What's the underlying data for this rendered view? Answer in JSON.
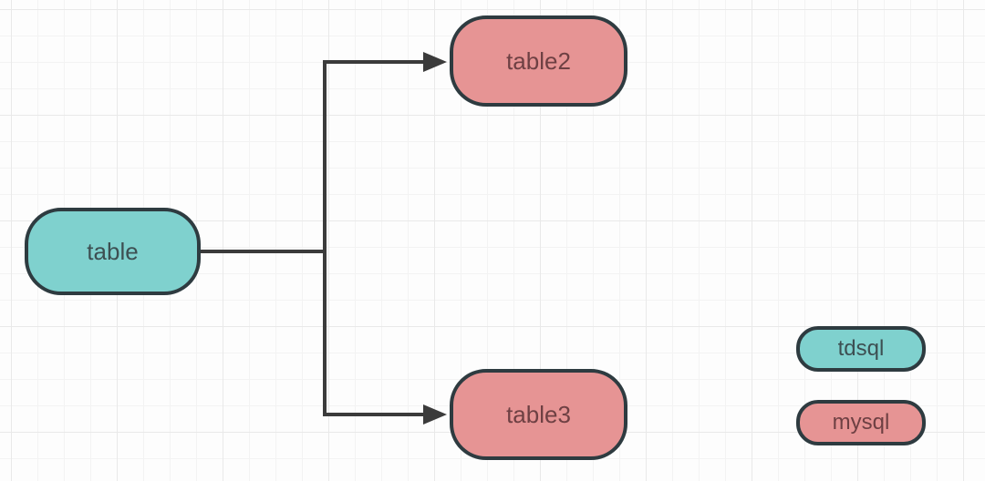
{
  "diagram": {
    "nodes": [
      {
        "id": "table",
        "label": "table",
        "db": "tdsql",
        "fill": "#7FD1CE"
      },
      {
        "id": "table2",
        "label": "table2",
        "db": "mysql",
        "fill": "#E69494"
      },
      {
        "id": "table3",
        "label": "table3",
        "db": "mysql",
        "fill": "#E69494"
      }
    ],
    "edges": [
      {
        "from": "table",
        "to": "table2",
        "arrow": "right"
      },
      {
        "from": "table",
        "to": "table3",
        "arrow": "right"
      }
    ],
    "legend": [
      {
        "label": "tdsql",
        "color": "#7FD1CE"
      },
      {
        "label": "mysql",
        "color": "#E69494"
      }
    ],
    "colors": {
      "tdsql_fill": "#7FD1CE",
      "mysql_fill": "#E69494",
      "node_border": "#2E3B40",
      "connector": "#3B3B3B",
      "tdsql_text": "#3D4F52",
      "mysql_text": "#6E4043",
      "background": "#FDFDFD",
      "grid_minor": "#F3F3F3",
      "grid_major": "#E9E9E9"
    }
  }
}
